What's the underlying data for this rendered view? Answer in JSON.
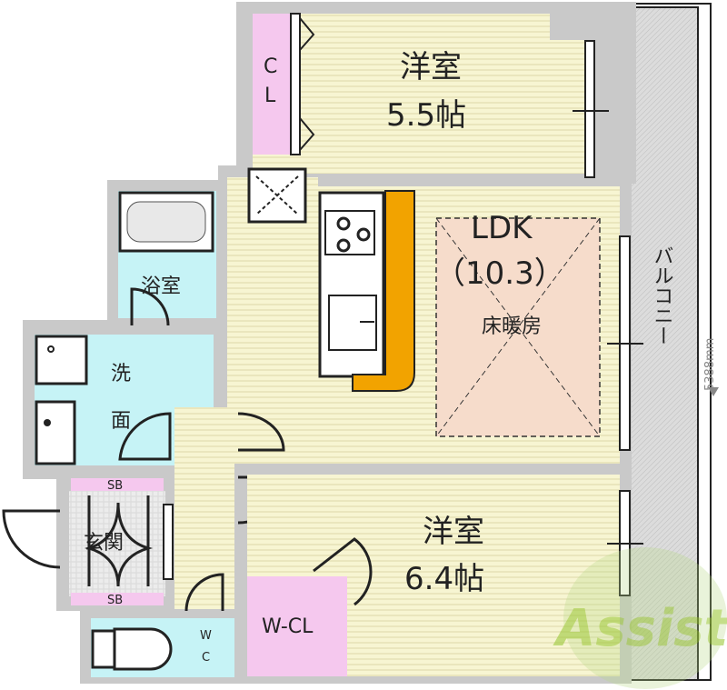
{
  "rooms": {
    "bedroom_north": {
      "name": "洋室",
      "size": "5.5帖"
    },
    "closet_north": {
      "label_c": "C",
      "label_l": "L"
    },
    "ldk": {
      "name": "LDK",
      "size": "（10.3）",
      "note": "床暖房"
    },
    "bath": {
      "name": "浴室"
    },
    "washroom": {
      "name_1": "洗",
      "name_2": "面"
    },
    "entrance": {
      "name": "玄関",
      "shoebox_top": "SB",
      "shoebox_bottom": "SB"
    },
    "toilet": {
      "label_w": "W",
      "label_c": "C"
    },
    "walk_in_closet": {
      "name": "W-CL"
    },
    "bedroom_south": {
      "name": "洋室",
      "size": "6.4帖"
    },
    "balcony": {
      "name": "バルコニー"
    }
  },
  "dimension": {
    "balcony_length": "5388mm"
  },
  "watermark": {
    "logo_text": "Assist"
  },
  "colors": {
    "wall": "#c9c9c9",
    "room_floor": "#f7f5d2",
    "wet_area": "#c6f3f6",
    "closet": "#f5c8ee",
    "floor_heating": "#f6dccb",
    "kitchen_counter": "#f2a300",
    "balcony": "#d8d8d8",
    "logo": "#9dc93b"
  }
}
